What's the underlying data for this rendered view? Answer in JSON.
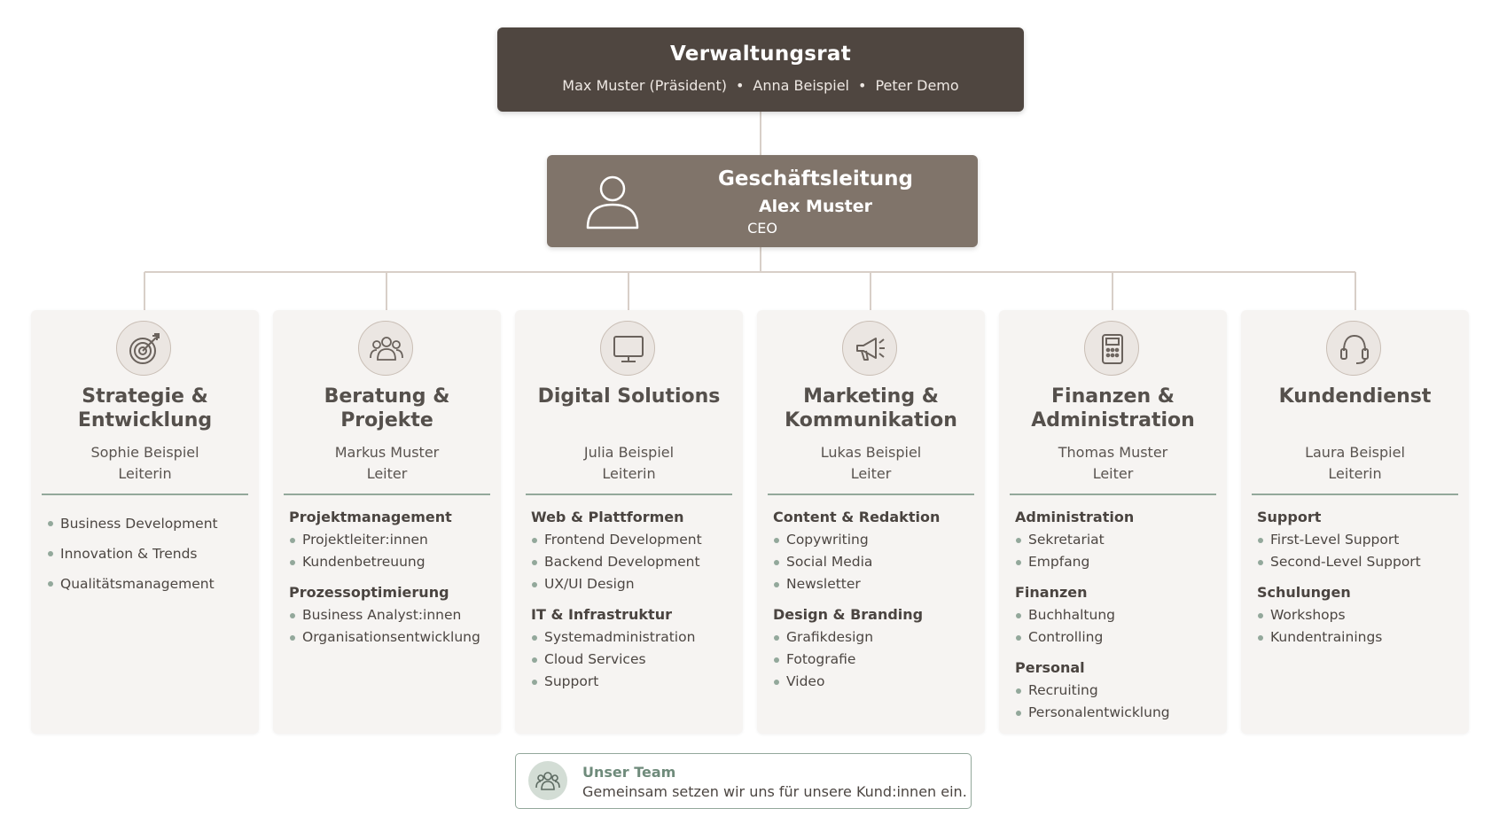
{
  "board": {
    "title": "Verwaltungsrat",
    "members": [
      "Max Muster (Präsident)",
      "Anna Beispiel",
      "Peter Demo"
    ]
  },
  "ceo": {
    "title": "Geschäftsleitung",
    "name": "Alex Muster",
    "role": "CEO",
    "icon": "person-icon"
  },
  "departments": [
    {
      "title": "Strategie & Entwicklung",
      "head": "Sophie Beispiel",
      "head_role": "Leiterin",
      "icon": "target-icon",
      "groups": [
        {
          "title": "",
          "items": [
            "Business Development",
            "Innovation & Trends",
            "Qualitätsmanagement"
          ]
        }
      ]
    },
    {
      "title": "Beratung & Projekte",
      "head": "Markus Muster",
      "head_role": "Leiter",
      "icon": "people-group-icon",
      "groups": [
        {
          "title": "Projektmanagement",
          "items": [
            "Projektleiter:innen",
            "Kundenbetreuung"
          ]
        },
        {
          "title": "Prozessoptimierung",
          "items": [
            "Business Analyst:innen",
            "Organisationsentwicklung"
          ]
        }
      ]
    },
    {
      "title": "Digital Solutions",
      "head": "Julia Beispiel",
      "head_role": "Leiterin",
      "icon": "monitor-icon",
      "groups": [
        {
          "title": "Web & Plattformen",
          "items": [
            "Frontend Development",
            "Backend Development",
            "UX/UI Design"
          ]
        },
        {
          "title": "IT & Infrastruktur",
          "items": [
            "Systemadministration",
            "Cloud Services",
            "Support"
          ]
        }
      ]
    },
    {
      "title": "Marketing & Kommunikation",
      "head": "Lukas Beispiel",
      "head_role": "Leiter",
      "icon": "megaphone-icon",
      "groups": [
        {
          "title": "Content & Redaktion",
          "items": [
            "Copywriting",
            "Social Media",
            "Newsletter"
          ]
        },
        {
          "title": "Design & Branding",
          "items": [
            "Grafikdesign",
            "Fotografie",
            "Video"
          ]
        }
      ]
    },
    {
      "title": "Finanzen & Administration",
      "head": "Thomas Muster",
      "head_role": "Leiter",
      "icon": "calculator-icon",
      "groups": [
        {
          "title": "Administration",
          "items": [
            "Sekretariat",
            "Empfang"
          ]
        },
        {
          "title": "Finanzen",
          "items": [
            "Buchhaltung",
            "Controlling"
          ]
        },
        {
          "title": "Personal",
          "items": [
            "Recruiting",
            "Personalentwicklung"
          ]
        }
      ]
    },
    {
      "title": "Kundendienst",
      "head": "Laura Beispiel",
      "head_role": "Leiterin",
      "icon": "headset-icon",
      "groups": [
        {
          "title": "Support",
          "items": [
            "First-Level Support",
            "Second-Level Support"
          ]
        },
        {
          "title": "Schulungen",
          "items": [
            "Workshops",
            "Kundentrainings"
          ]
        }
      ]
    }
  ],
  "footer": {
    "title": "Unser Team",
    "text": "Gemeinsam setzen wir uns für unsere Kund:innen ein.",
    "icon": "team-icon"
  },
  "colors": {
    "board_bg": "#4f4640",
    "ceo_bg": "#80746a",
    "accent_green": "#93a89b",
    "card_bg": "#f6f4f2",
    "connector": "#d8cfc8"
  }
}
